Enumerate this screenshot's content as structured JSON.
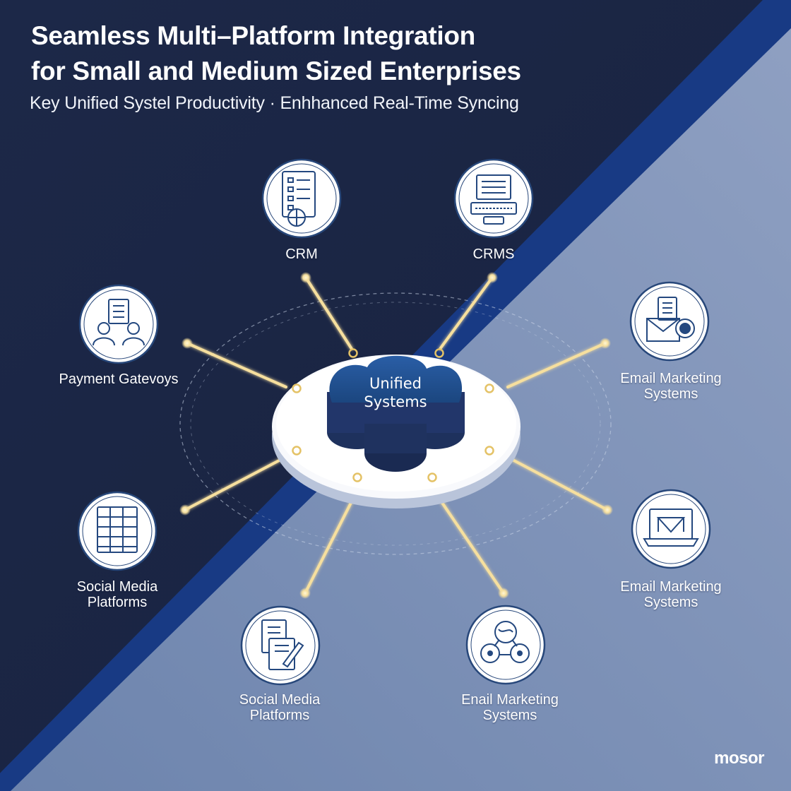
{
  "title": {
    "line1": "Seamless Multi–Platform Integration",
    "line2": "for Small and Medium Sized Enterprises"
  },
  "subtitle": "Key Unified Systel Productivity · Enhhanced Real-Time Syncing",
  "hub": {
    "line1": "Unified",
    "line2": "Systems"
  },
  "nodes": [
    {
      "id": "crm",
      "icon": "document-checklist-icon",
      "label_lines": [
        "CRM"
      ]
    },
    {
      "id": "crms",
      "icon": "computer-keyboard-icon",
      "label_lines": [
        "CRMS"
      ]
    },
    {
      "id": "payment-gateways",
      "icon": "users-document-icon",
      "label_lines": [
        "Payment Gatevoys"
      ]
    },
    {
      "id": "email-marketing-1",
      "icon": "mail-envelope-icon",
      "label_lines": [
        "Email  Marketing",
        "Systems"
      ]
    },
    {
      "id": "social-media-1",
      "icon": "spreadsheet-icon",
      "label_lines": [
        "Social Media",
        "Platforms"
      ]
    },
    {
      "id": "email-marketing-2",
      "icon": "laptop-mail-icon",
      "label_lines": [
        "Email Marketing",
        "Systems"
      ]
    },
    {
      "id": "social-media-2",
      "icon": "documents-pen-icon",
      "label_lines": [
        "Social Media",
        "Platforms"
      ]
    },
    {
      "id": "email-marketing-3",
      "icon": "global-network-icon",
      "label_lines": [
        "Enail Marketing",
        "Systems"
      ]
    }
  ],
  "brand": "mosor",
  "colors": {
    "navy": "#1b2647",
    "slate": "#7d92b8",
    "stripe": "#183a84",
    "hub_blue": "#1e4f8f",
    "hub_dark": "#20335e",
    "connector_glow": "#f6df9e",
    "icon_stroke": "#24487f"
  }
}
